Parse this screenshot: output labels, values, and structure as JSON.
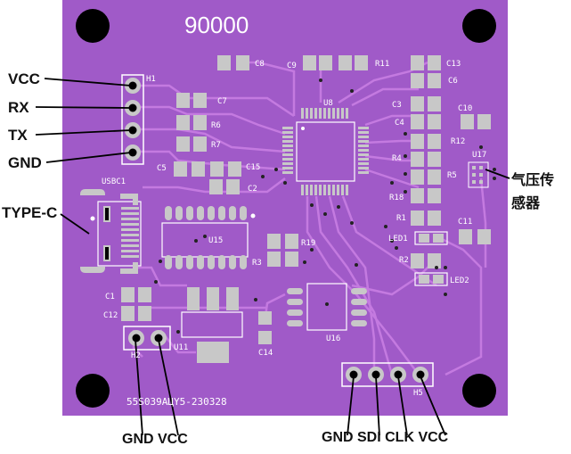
{
  "board": {
    "title_text": "90000",
    "serial_text": "55S039AЦY5-230328",
    "colors": {
      "solder_mask": "#a05ac8",
      "trace": "#c47ae0",
      "pad": "#c8c8c8",
      "hole": "#000000",
      "silkscreen": "#ffffff"
    }
  },
  "components": {
    "C8": "C8",
    "C9": "C9",
    "R11": "R11",
    "C13": "C13",
    "C6": "C6",
    "H1": "H1",
    "C7": "C7",
    "R6": "R6",
    "R7": "R7",
    "C5": "C5",
    "C15": "C15",
    "C2": "C2",
    "U8": "U8",
    "C3": "C3",
    "C4": "C4",
    "C10": "C10",
    "R12": "R12",
    "R4": "R4",
    "R5": "R5",
    "U17": "U17",
    "R18": "R18",
    "R1": "R1",
    "C11": "C11",
    "LED1": "LED1",
    "R2": "R2",
    "LED2": "LED2",
    "USBC1": "USBC1",
    "U15": "U15",
    "R19": "R19",
    "R3": "R3",
    "C1": "C1",
    "C12": "C12",
    "U16": "U16",
    "U11": "U11",
    "C14": "C14",
    "H2": "H2",
    "H5": "H5"
  },
  "callouts": {
    "vcc": "VCC",
    "rx": "RX",
    "tx": "TX",
    "gnd": "GND",
    "type_c": "TYPE-C",
    "pressure_sensor_line1": "气压传",
    "pressure_sensor_line2": "感器",
    "bottom_left": "GND VCC",
    "bottom_right": "GND SDI CLK VCC"
  }
}
